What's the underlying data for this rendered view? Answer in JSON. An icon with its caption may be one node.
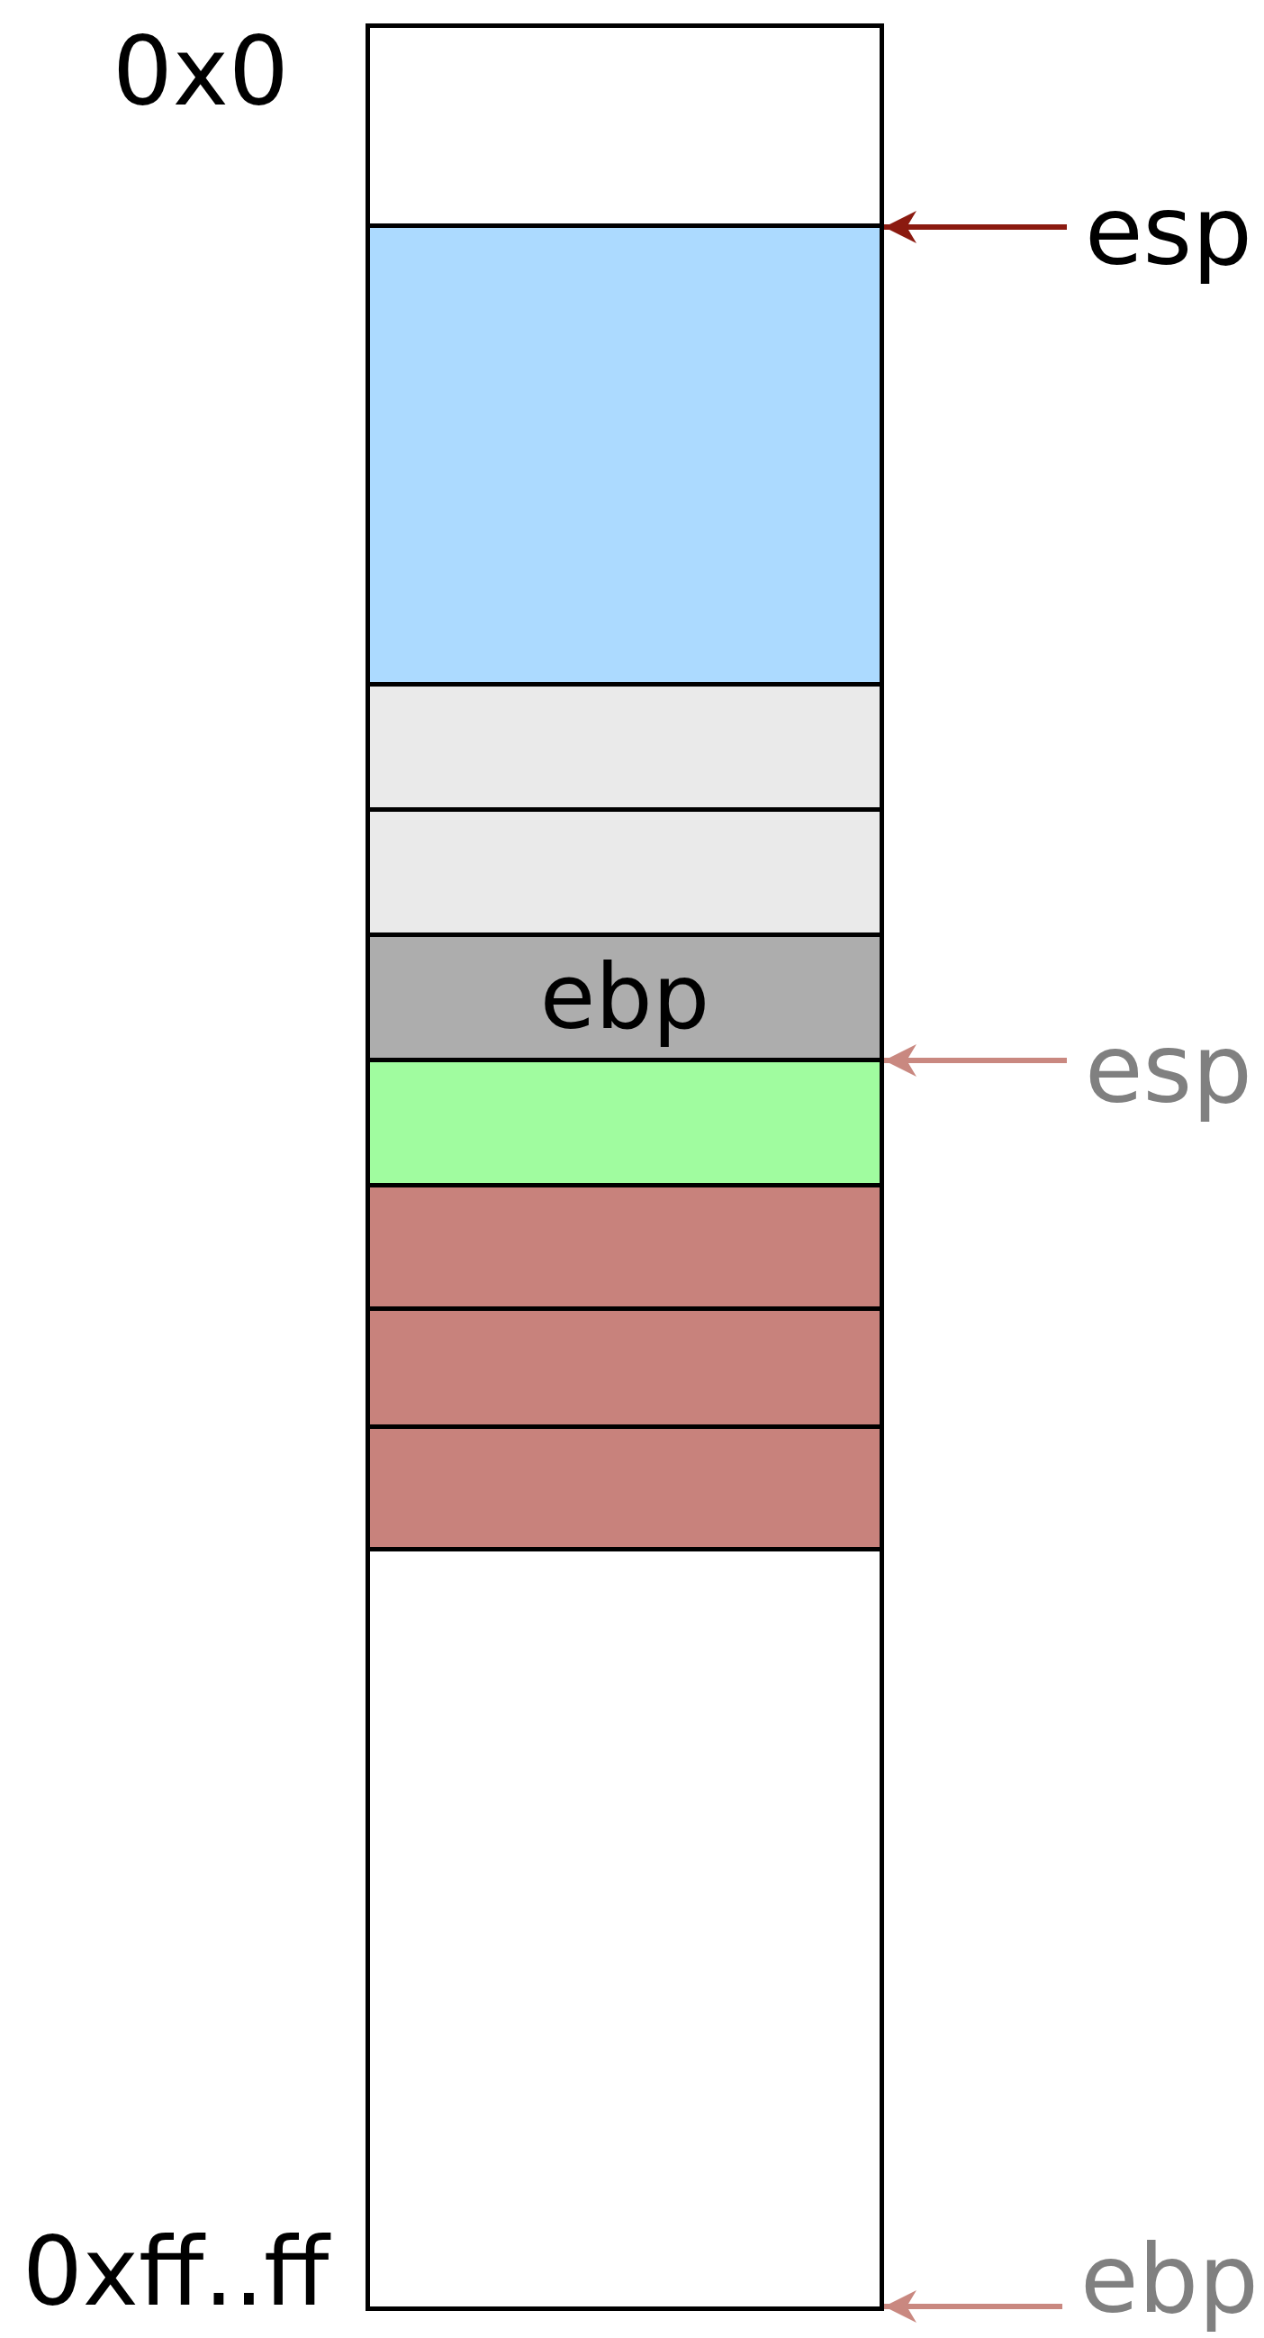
{
  "diagram": {
    "nodes": [
      {
        "text": [],
        "shape": "box"
      },
      {
        "text": [],
        "shape": "box"
      },
      {
        "text": [],
        "shape": "box"
      },
      {
        "text": [],
        "shape": "box"
      },
      {
        "text": [
          "ebp"
        ]
      },
      {
        "text": [],
        "shape": "box"
      },
      {
        "text": [],
        "shape": "box"
      },
      {
        "text": [],
        "shape": "box"
      },
      {
        "text": [],
        "shape": "box"
      },
      {
        "text": [],
        "shape": "box"
      },
      {
        "text": [
          "esp"
        ]
      },
      {
        "text": [
          "esp"
        ]
      },
      {
        "text": [
          "ebp"
        ]
      }
    ],
    "edges": [
      {
        "from": 10,
        "to": 1,
        "arrow": "to",
        "color": "#8b1a10"
      },
      {
        "from": 11,
        "to": 5,
        "arrow": "to"
      },
      {
        "from": 12,
        "to": 9,
        "arrow": "to"
      }
    ],
    "labels": [
      "0x0",
      "0xff..ff"
    ]
  }
}
